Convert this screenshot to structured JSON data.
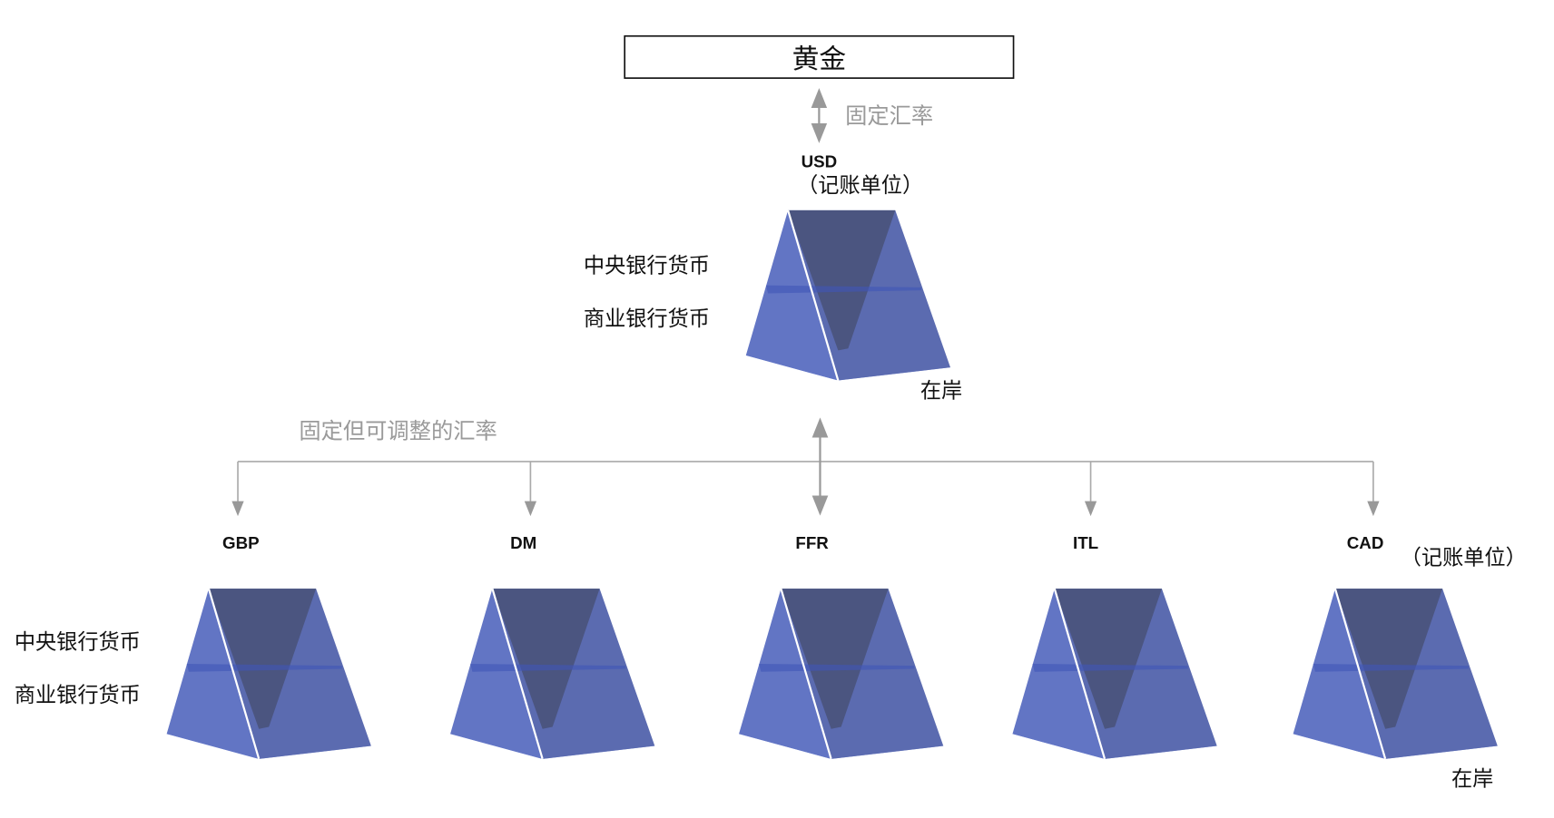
{
  "top": {
    "title": "黄金",
    "fixed_rate": "固定汇率",
    "currency": "USD",
    "unit_of_account": "（记账单位）",
    "central_bank_money": "中央银行货币",
    "commercial_bank_money": "商业银行货币",
    "onshore": "在岸"
  },
  "adjustable_rate": "固定但可调整的汇率",
  "bottom": {
    "currencies": [
      "GBP",
      "DM",
      "FFR",
      "ITL",
      "CAD"
    ],
    "unit_of_account": "（记账单位）",
    "central_bank_money": "中央银行货币",
    "commercial_bank_money": "商业银行货币",
    "onshore": "在岸"
  },
  "colors": {
    "face_left": "#6070c0",
    "face_right": "#5a6ab0",
    "inner": "#4a5580",
    "line": "#aaaaaa"
  }
}
